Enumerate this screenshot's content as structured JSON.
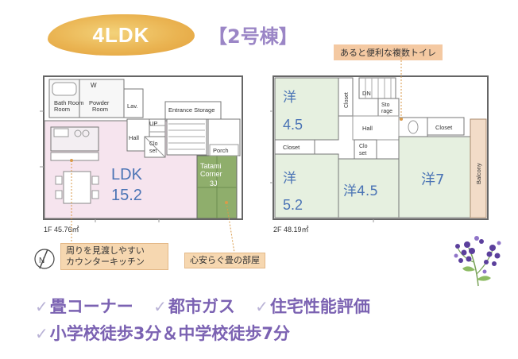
{
  "header": {
    "layout_badge": "4LDK",
    "building_number": "【2号棟】"
  },
  "floor1": {
    "area_label": "1F 45.76㎡",
    "rooms": {
      "bath": "Bath\nRoom",
      "powder": "Powder\nRoom",
      "w": "W",
      "lav": "Lav.",
      "entrance_storage": "Entrance Storage",
      "up": "UP",
      "hall": "Hall",
      "closet": "Clo\nset",
      "porch": "Porch",
      "ldk": "LDK",
      "ldk_size": "15.2",
      "tatami": "Tatami\nCorner",
      "tatami_size": "3J"
    },
    "callout_kitchen": "周りを見渡しやすい\nカウンターキッチン",
    "callout_tatami": "心安らぐ畳の部屋"
  },
  "floor2": {
    "area_label": "2F 48.19㎡",
    "rooms": {
      "western_a": "洋",
      "western_a_size": "4.5",
      "western_b": "洋",
      "western_b_size": "5.2",
      "western_c": "洋4.5",
      "western_d": "洋7",
      "closet_label": "Closet",
      "dn": "DN",
      "storage": "Sto\nrage",
      "hall": "Hall",
      "clo_set": "Clo\nset",
      "balcony": "Balcony"
    },
    "callout_toilet": "あると便利な複数トイレ"
  },
  "compass": {
    "label": "N"
  },
  "features": {
    "line1": [
      "畳コーナー",
      "都市ガス",
      "住宅性能評価"
    ],
    "line2": [
      "小学校徒歩3分＆中学校徒歩7分"
    ]
  },
  "colors": {
    "ldk_fill": "#f6e4ee",
    "room_green": "#e6f0e0",
    "tatami_green": "#8fae6c",
    "callout": "#f6d7b0",
    "accent_purple": "#7b62b2"
  }
}
